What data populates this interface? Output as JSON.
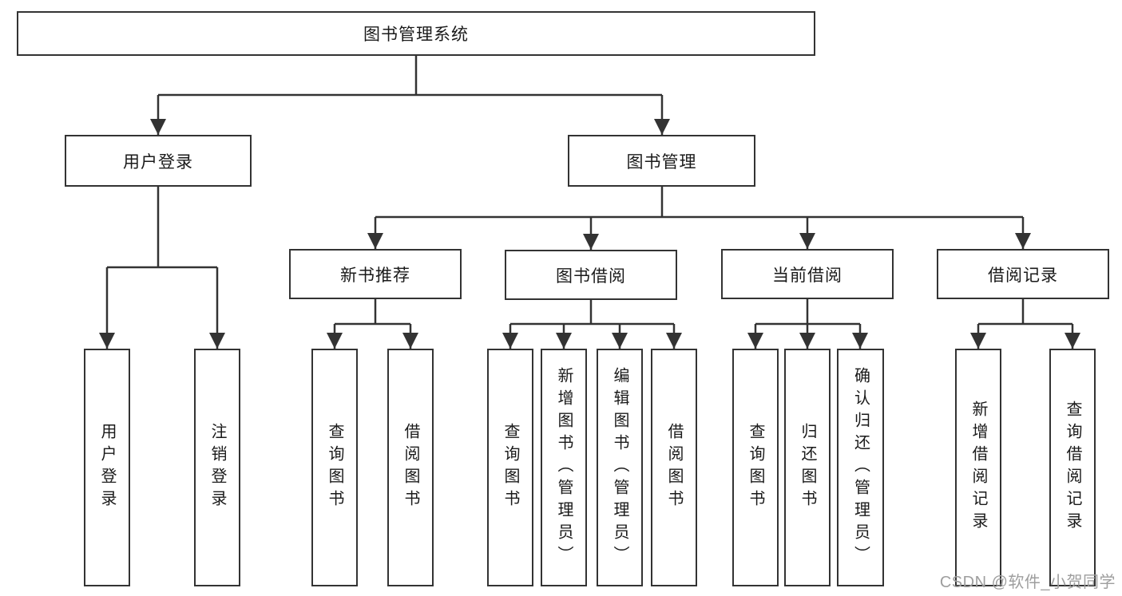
{
  "colors": {
    "line": "#333333",
    "box_border": "#333333",
    "text": "#1a1a1a",
    "watermark": "#9e9e9e",
    "background": "#ffffff"
  },
  "tree": {
    "label": "图书管理系统",
    "children": [
      {
        "label": "用户登录",
        "children": [
          {
            "label": "用户登录"
          },
          {
            "label": "注销登录"
          }
        ]
      },
      {
        "label": "图书管理",
        "children": [
          {
            "label": "新书推荐",
            "children": [
              {
                "label": "查询图书"
              },
              {
                "label": "借阅图书"
              }
            ]
          },
          {
            "label": "图书借阅",
            "children": [
              {
                "label": "查询图书"
              },
              {
                "label": "新增图书（管理员）"
              },
              {
                "label": "编辑图书（管理员）"
              },
              {
                "label": "借阅图书"
              }
            ]
          },
          {
            "label": "当前借阅",
            "children": [
              {
                "label": "查询图书"
              },
              {
                "label": "归还图书"
              },
              {
                "label": "确认归还（管理员）"
              }
            ]
          },
          {
            "label": "借阅记录",
            "children": [
              {
                "label": "新增借阅记录"
              },
              {
                "label": "查询借阅记录"
              }
            ]
          }
        ]
      }
    ]
  },
  "watermark": {
    "text": "CSDN @软件_小贺同学"
  }
}
